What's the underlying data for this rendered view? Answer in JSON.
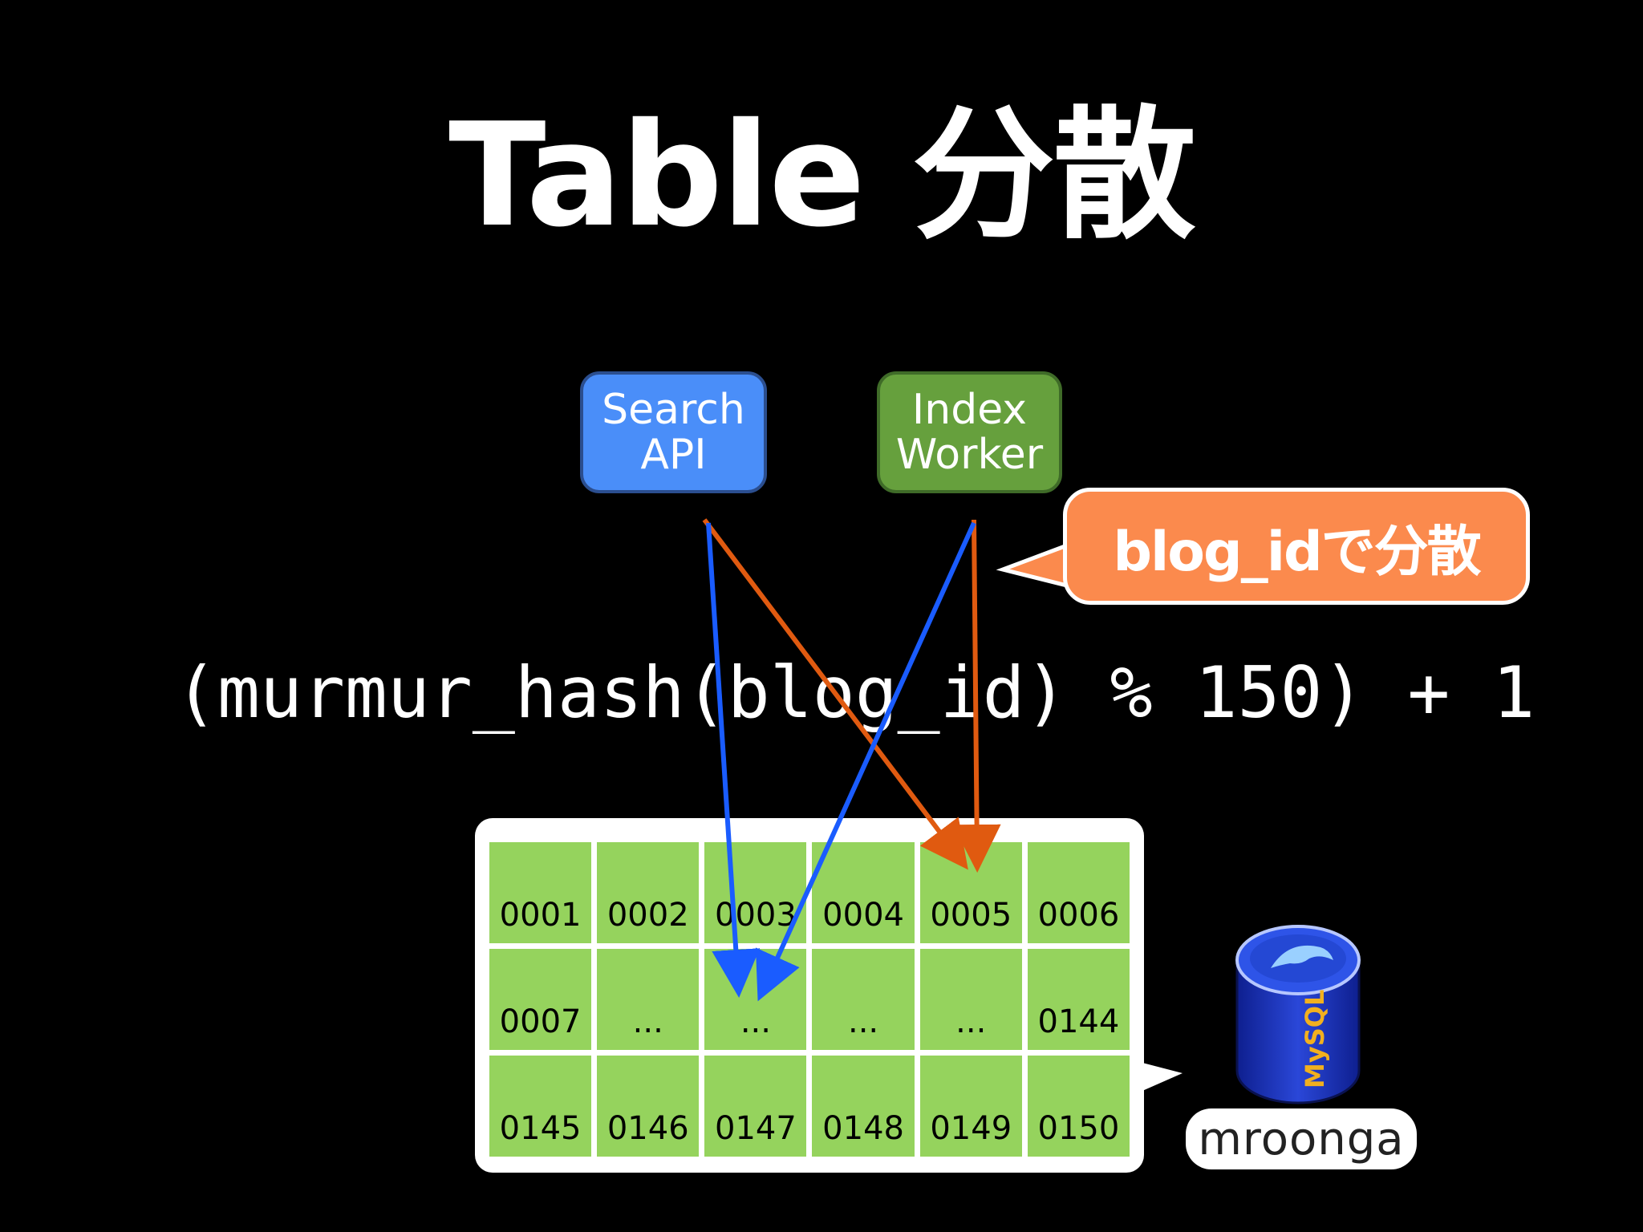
{
  "title": "Table 分散",
  "nodes": {
    "search_api": "Search\nAPI",
    "index_worker": "Index\nWorker"
  },
  "callout": "blog_idで分散",
  "formula": "(murmur_hash(blog_id) % 150) + 1",
  "grid": {
    "cells": [
      "0001",
      "0002",
      "0003",
      "0004",
      "0005",
      "0006",
      "0007",
      "...",
      "...",
      "...",
      "...",
      "0144",
      "0145",
      "0146",
      "0147",
      "0148",
      "0149",
      "0150"
    ]
  },
  "logo": {
    "mysql_label": "MySQL",
    "mroonga_label": "mroonga"
  },
  "colors": {
    "search_api": "#4a8ef9",
    "index_worker": "#66a03d",
    "callout": "#fb8a4d",
    "cell": "#95d35d",
    "arrow_blue": "#1a5cff",
    "arrow_orange": "#e05a10"
  }
}
